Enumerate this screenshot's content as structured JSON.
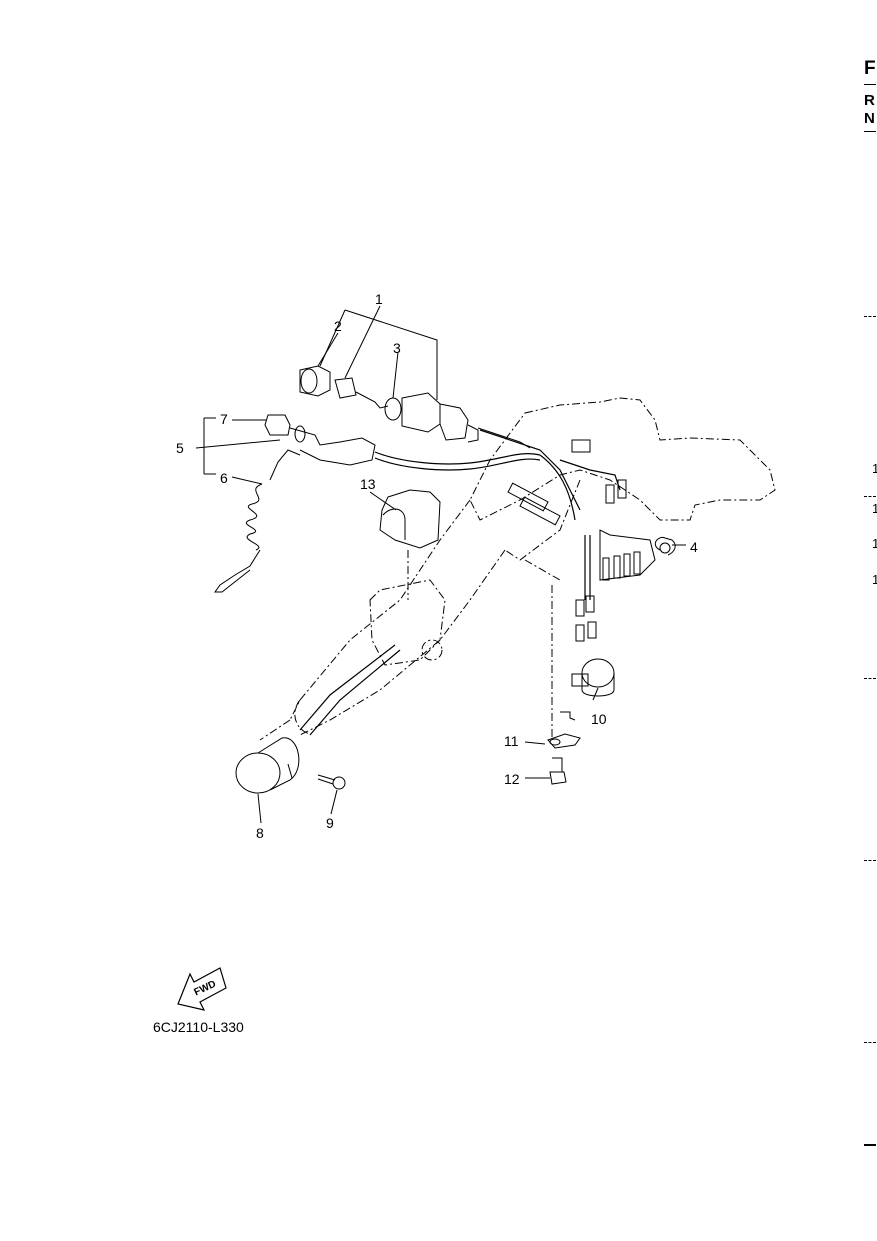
{
  "diagram": {
    "drawing_code": "6CJ2110-L330",
    "fwd_label": "FWD",
    "callouts": [
      {
        "id": "c1",
        "text": "1"
      },
      {
        "id": "c2",
        "text": "2"
      },
      {
        "id": "c3",
        "text": "3"
      },
      {
        "id": "c4",
        "text": "4"
      },
      {
        "id": "c5",
        "text": "5"
      },
      {
        "id": "c6",
        "text": "6"
      },
      {
        "id": "c7",
        "text": "7"
      },
      {
        "id": "c8",
        "text": "8"
      },
      {
        "id": "c9",
        "text": "9"
      },
      {
        "id": "c10",
        "text": "10"
      },
      {
        "id": "c11",
        "text": "11"
      },
      {
        "id": "c12",
        "text": "12"
      },
      {
        "id": "c13",
        "text": "13"
      }
    ]
  },
  "right_edge": {
    "header_letters": [
      "F",
      "R",
      "N"
    ],
    "row_numbers": [
      "1",
      "1",
      "1",
      "1"
    ]
  }
}
